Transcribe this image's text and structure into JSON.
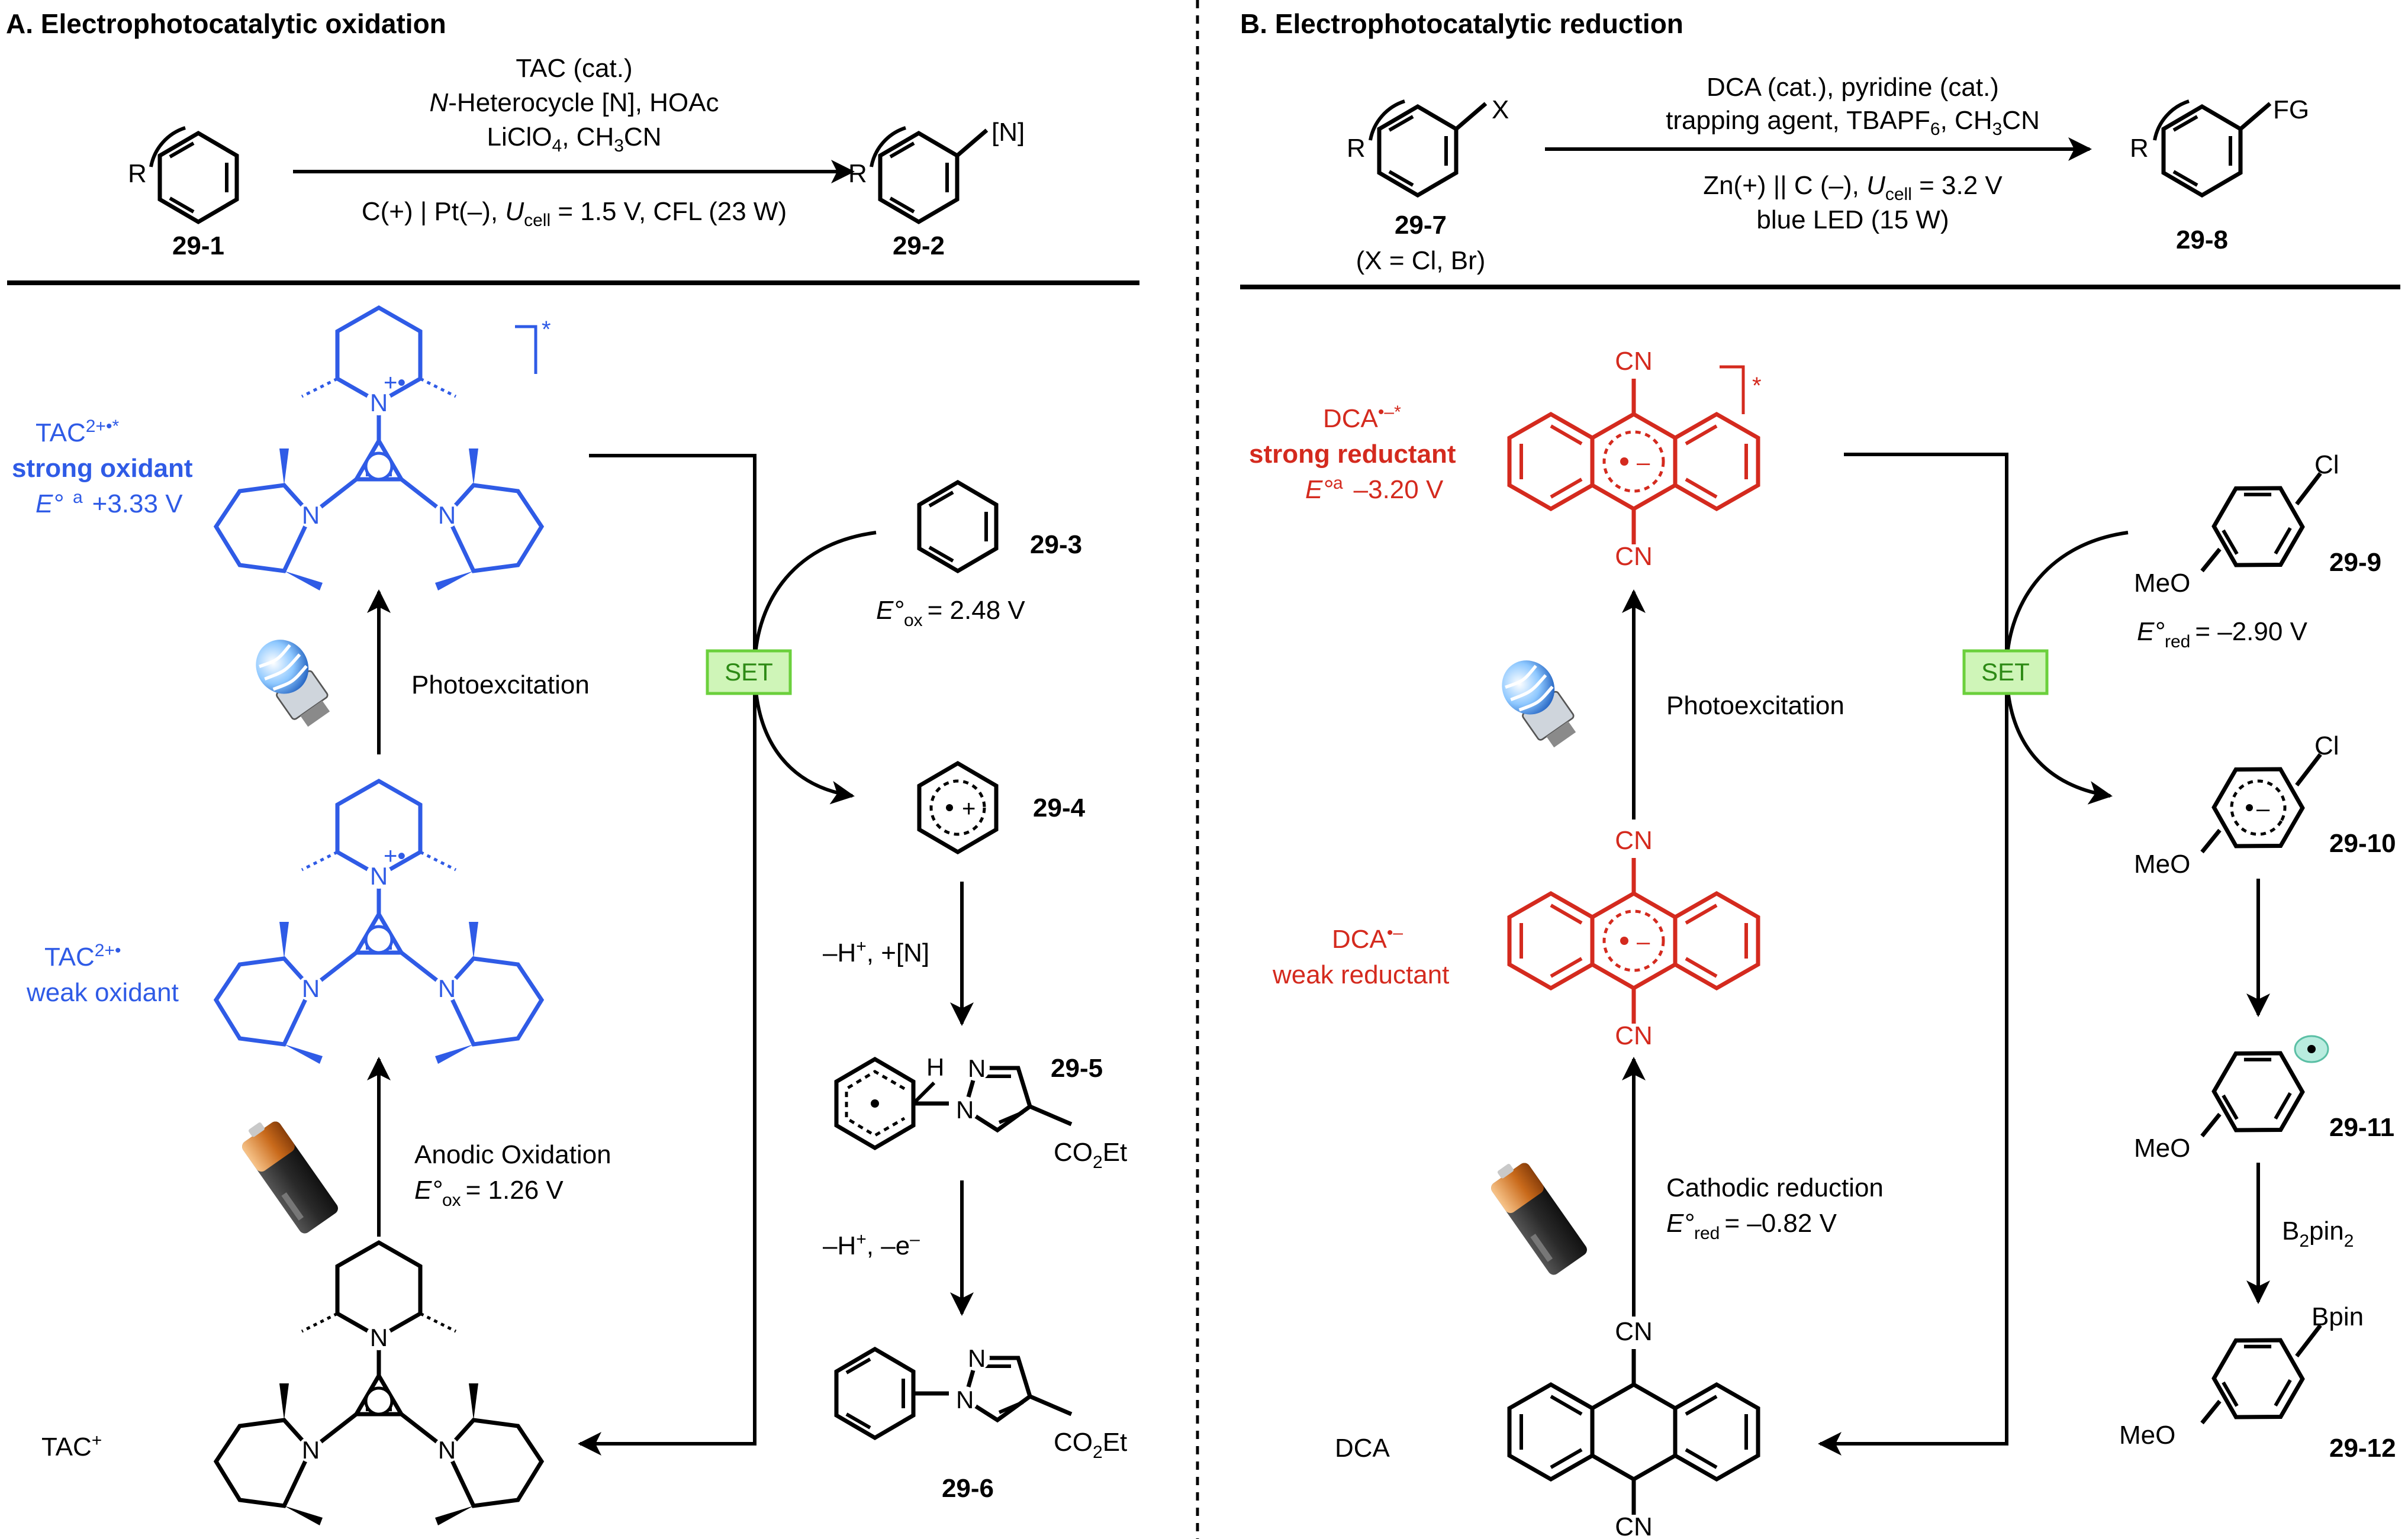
{
  "colors": {
    "black": "#000000",
    "blue": "#2f5be6",
    "red": "#d42a1e",
    "set_fill": "#cff5b8",
    "set_stroke": "#6bd03c"
  },
  "panel_a": {
    "title": "A. Electrophotocatalytic oxidation",
    "scheme": {
      "r_label": "R",
      "n_label": "[N]",
      "reactant": "29-1",
      "product": "29-2",
      "cond1": "TAC (cat.)",
      "cond2_italic": "N",
      "cond2_rest": "-Heterocycle [N], HOAc",
      "cond3": {
        "a": "LiClO",
        "s1": "4",
        "b": ", CH",
        "s2": "3",
        "c": "CN"
      },
      "cond4": {
        "a": "C(+) | Pt(–), ",
        "u": "U",
        "sub": "cell",
        "c": " = 1.5 V, CFL (23 W)"
      }
    },
    "cycle": {
      "excited_label": "TAC",
      "excited_sup": "2+•*",
      "excited_desc": "strong oxidant",
      "excited_E": "E°",
      "excited_E_sup": "a",
      "excited_E_val": "+3.33 V",
      "radical_label": "TAC",
      "radical_sup": "2+•",
      "radical_desc": "weak oxidant",
      "ground_label": "TAC",
      "ground_sup": "+",
      "photoexcitation": "Photoexcitation",
      "anodic": "Anodic Oxidation",
      "anodic_E": "E°",
      "anodic_E_sub": "ox",
      "anodic_E_val": "= 1.26 V",
      "set": "SET",
      "star": "*",
      "cation_label": "+•",
      "cp_plus": "+",
      "n": "N",
      "s293": "29-3",
      "s293_E": "E°",
      "s293_E_sub": "ox",
      "s293_E_val": "= 2.48 V",
      "s294": "29-4",
      "step1": {
        "a": "–H",
        "sup": "+",
        "b": ", +[N]"
      },
      "s295": "29-5",
      "step2": {
        "a": "–H",
        "sup1": "+",
        "b": ", –e",
        "sup2": "–"
      },
      "s296": "29-6",
      "h": "H",
      "co2et": {
        "a": "CO",
        "sub": "2",
        "b": "Et"
      }
    }
  },
  "panel_b": {
    "title": "B. Electrophotocatalytic reduction",
    "scheme": {
      "r_label": "R",
      "x_label": "X",
      "fg_label": "FG",
      "reactant": "29-7",
      "reactant_note": "(X = Cl, Br)",
      "product": "29-8",
      "cond1": "DCA (cat.), pyridine (cat.)",
      "cond2": {
        "a": "trapping agent, TBAPF",
        "s1": "6",
        "b": ", CH",
        "s2": "3",
        "c": "CN"
      },
      "cond3": {
        "a": "Zn(+) || C (–), ",
        "u": "U",
        "sub": "cell",
        "c": " = 3.2 V"
      },
      "cond4": "blue LED (15 W)"
    },
    "cycle": {
      "excited_label": "DCA",
      "excited_sup": "•–*",
      "excited_desc": "strong reductant",
      "excited_E": "E°",
      "excited_E_sup": "a",
      "excited_E_val": "–3.20 V",
      "radical_label": "DCA",
      "radical_sup": "•–",
      "radical_desc": "weak reductant",
      "ground_label": "DCA",
      "photoexcitation": "Photoexcitation",
      "cathodic": "Cathodic reduction",
      "cathodic_E": "E°",
      "cathodic_E_sub": "red",
      "cathodic_E_val": "= –0.82 V",
      "set": "SET",
      "star": "*",
      "cn": "CN",
      "ring_minus": "•–",
      "cl": "Cl",
      "meo": "MeO",
      "bpin": "Bpin",
      "s299": "29-9",
      "s299_E": "E°",
      "s299_E_sub": "red",
      "s299_E_val": "= –2.90 V",
      "s2910": "29-10",
      "s2911": "29-11",
      "b2pin2": {
        "a": "B",
        "s1": "2",
        "b": "pin",
        "s2": "2"
      },
      "s2912": "29-12"
    }
  }
}
